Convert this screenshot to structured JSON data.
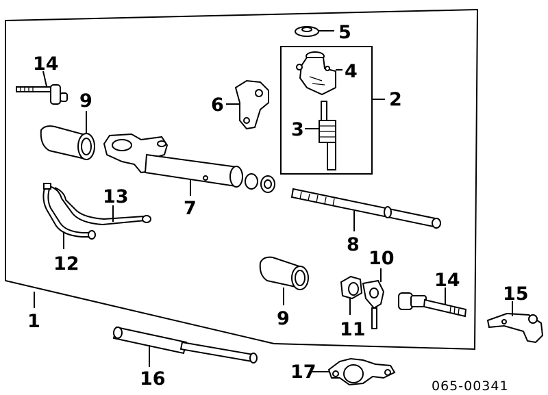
{
  "diagram": {
    "callouts": {
      "n1": "1",
      "n2": "2",
      "n3": "3",
      "n4": "4",
      "n5": "5",
      "n6": "6",
      "n7": "7",
      "n8": "8",
      "n9a": "9",
      "n9b": "9",
      "n10": "10",
      "n11": "11",
      "n12": "12",
      "n13": "13",
      "n14a": "14",
      "n14b": "14",
      "n15": "15",
      "n16": "16",
      "n17": "17"
    },
    "diagram_code": "065-00341"
  }
}
